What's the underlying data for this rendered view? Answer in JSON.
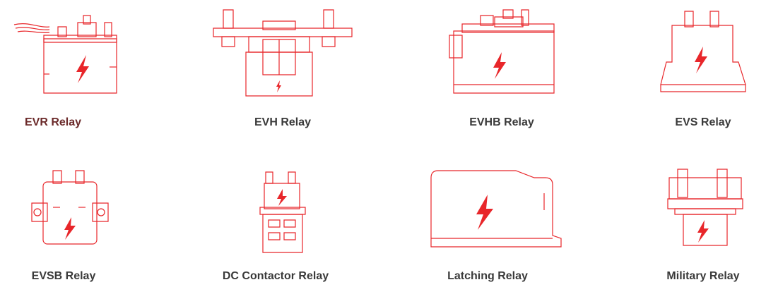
{
  "colors": {
    "accent": "#e8262a",
    "label": "#3a3a3a",
    "active_label": "#6b2a2a"
  },
  "products": [
    {
      "label": "EVR Relay",
      "icon": "evr-relay-icon",
      "active": true
    },
    {
      "label": "EVH Relay",
      "icon": "evh-relay-icon"
    },
    {
      "label": "EVHB Relay",
      "icon": "evhb-relay-icon"
    },
    {
      "label": "EVS Relay",
      "icon": "evs-relay-icon"
    },
    {
      "label": "EVSB Relay",
      "icon": "evsb-relay-icon"
    },
    {
      "label": "DC Contactor Relay",
      "icon": "dc-contactor-relay-icon"
    },
    {
      "label": "Latching Relay",
      "icon": "latching-relay-icon"
    },
    {
      "label": "Military Relay",
      "icon": "military-relay-icon"
    }
  ]
}
